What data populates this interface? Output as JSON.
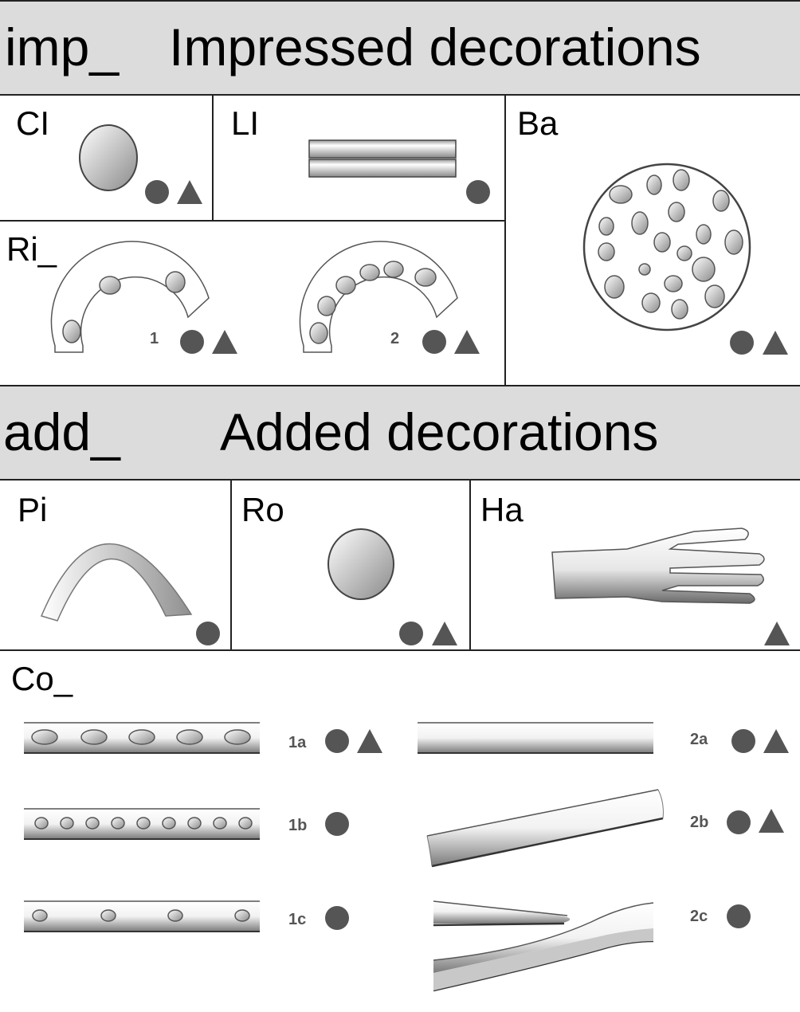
{
  "sections": {
    "impressed": {
      "code": "imp_",
      "title": "Impressed decorations"
    },
    "added": {
      "code": "add_",
      "title": "Added decorations"
    }
  },
  "cells": {
    "ci": {
      "label": "CI"
    },
    "li": {
      "label": "LI"
    },
    "ba": {
      "label": "Ba"
    },
    "ri": {
      "label": "Ri_",
      "variants": [
        "1",
        "2"
      ]
    },
    "pi": {
      "label": "Pi"
    },
    "ro": {
      "label": "Ro"
    },
    "ha": {
      "label": "Ha"
    },
    "co": {
      "label": "Co_",
      "variants": [
        "1a",
        "1b",
        "1c",
        "2a",
        "2b",
        "2c"
      ]
    }
  },
  "legend_marks": [
    "circle-marker",
    "triangle-marker"
  ],
  "colors": {
    "band": "#dcdcdc",
    "marker": "#555555",
    "line": "#222222"
  }
}
